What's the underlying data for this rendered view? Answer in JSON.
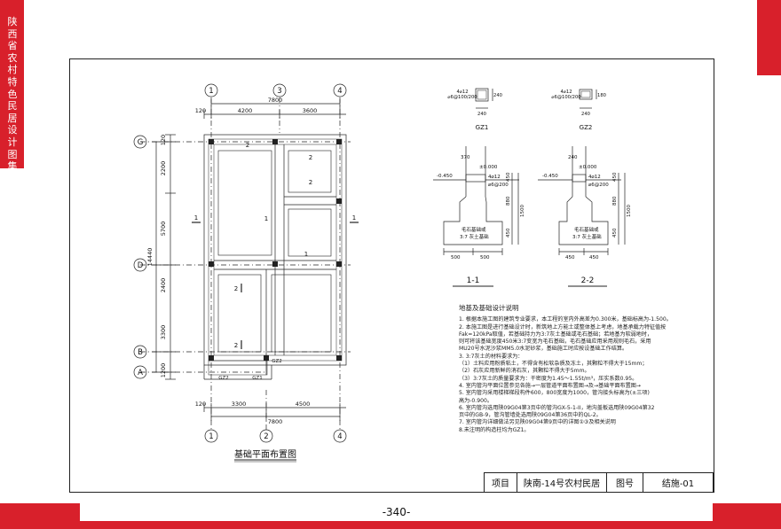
{
  "sidebar_title": "陕西省农村特色民居设计图集",
  "page_number": "-340-",
  "plan": {
    "title": "基础平面布置图",
    "axes_top": [
      "1",
      "3",
      "4"
    ],
    "axes_bottom": [
      "1",
      "2",
      "4"
    ],
    "axes_left": [
      "G",
      "D",
      "B",
      "A"
    ],
    "dims_top_total": "7800",
    "dims_top_seg": [
      "4200",
      "3600"
    ],
    "dims_bottom_total": "7800",
    "dims_bottom_seg": [
      "3300",
      "4500"
    ],
    "dim_120": "120",
    "dims_left_seg": [
      "120",
      "2200",
      "5700",
      "2400",
      "3300",
      "1200"
    ],
    "dims_left_total": "14440",
    "section_1": "1",
    "section_2": "2",
    "gz1": "GZ1",
    "gz2": "GZ2"
  },
  "columns": {
    "gz1": {
      "name": "GZ1",
      "bar": "4⌀12",
      "stir": "⌀6@100/200",
      "width": "240",
      "height": "240"
    },
    "gz2": {
      "name": "GZ2",
      "bar": "4⌀12",
      "stir": "⌀6@100/200",
      "width": "240",
      "height": "180"
    }
  },
  "section11": {
    "name": "1-1",
    "elev_top": "±0.000",
    "elev_low": "-0.450",
    "bar": "4⌀12",
    "stir": "⌀6@200",
    "wall": "370",
    "mat1": "毛石基础或",
    "mat2": "3:7 灰土基础",
    "dims_h": [
      "880",
      "450",
      "1500",
      "450"
    ],
    "dims_b": [
      "500",
      "500"
    ]
  },
  "section22": {
    "name": "2-2",
    "elev_top": "±0.000",
    "elev_low": "-0.450",
    "bar": "4⌀12",
    "stir": "⌀6@200",
    "wall": "240",
    "mat1": "毛石基础或",
    "mat2": "3:7 灰土基础",
    "dims_h": [
      "880",
      "450",
      "1500",
      "450"
    ],
    "dims_b": [
      "450",
      "450"
    ]
  },
  "notes": {
    "title": "地基及基础设计说明",
    "lines": [
      "1. 根据本施工图的建筑专业要求，本工程的室内外高差为0.300米，基础标高为-1.500。",
      "2. 本施工图是进行基础设计时，新筑地上方能土或整体基上考虑，地基承载力特征值按",
      "   Fak=120kPa取值，若基础持力为3:7灰土基础或毛石基础；若地基为软弱地时，",
      "   则可将该基础宽度450米3:7变宽为毛石基础，毛石基础应用采用规则毛石，采用",
      "   MU20号水泥沙浆MM5.0水泥砂浆，基础施工时应按设基础工作结算。",
      "3. 3:7灰土的材料要求为：",
      "  （1）土料应用粉质粘土，不得含有松软杂质及冻土，其颗粒不得大于15mm；",
      "  （2）石灰应用新鲜的消石灰，其颗粒不得大于5mm。",
      "  （3）3:7灰土的质量要求为：干密度为1.45～1.55t/m³，压实系数0.95。",
      "4. 室内管沟平面位置参见各施→一层管道平面布置图→及→基础平面布置图→",
      "5. 室内管沟采用楼梯梯段构件600，800宽度为1000，管沟接头标高为(±三项)",
      "   高为-0.900。",
      "6. 室内管沟选用陕09G04第3页中的管沟GX-5-1-II，地沟盖板选用陕09G04第32",
      "   页中的GB-9，管沟管墙处选用陕09G04第36页中的QL-2。",
      "7. 室内管沟详细做法另见陕09G04第9页中的详图①③及相关说明",
      "8.未注明的构造柱均为GZ1。"
    ]
  },
  "titleblock": {
    "label1": "项目",
    "project": "陕南-14号农村民居",
    "label2": "图号",
    "number": "结施-01"
  }
}
